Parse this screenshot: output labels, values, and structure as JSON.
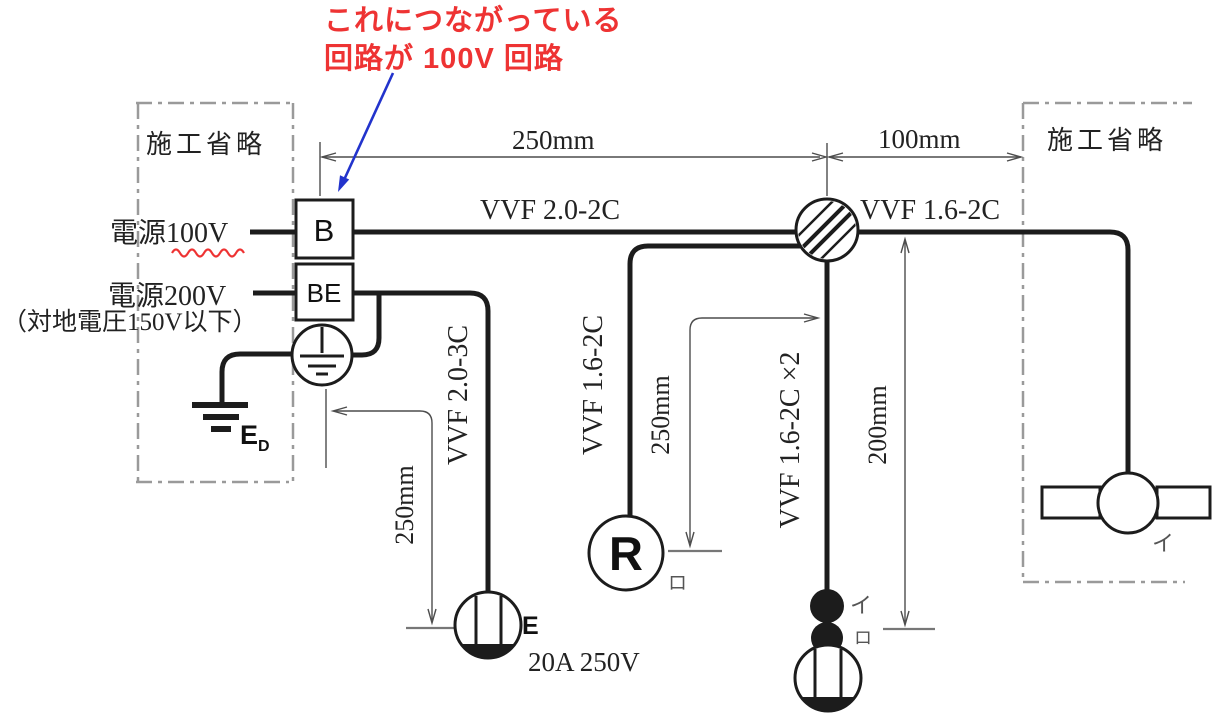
{
  "annotation": {
    "line1": "これにつながっている",
    "line2": "回路が 100V 回路"
  },
  "regions": {
    "left_omitted": "施工省略",
    "right_omitted": "施工省略"
  },
  "power": {
    "v100": "電源100V",
    "v200": "電源200V",
    "note": "（対地電圧150V以下）"
  },
  "breakers": {
    "b": "B",
    "be": "BE"
  },
  "earth": {
    "label": "E",
    "sub": "D"
  },
  "cables": {
    "main": "VVF 2.0-2C",
    "right": "VVF 1.6-2C",
    "to_outlet": "VVF 2.0-3C",
    "to_r": "VVF 1.6-2C",
    "to_switches": "VVF 1.6-2C ×2"
  },
  "dimensions": {
    "span_left": "250mm",
    "span_right": "100mm",
    "drop_outlet": "250mm",
    "drop_switch": "250mm",
    "drop_right": "200mm"
  },
  "devices": {
    "r_unit": "R",
    "r_circuit": "ロ",
    "switch_top": "イ",
    "switch_bottom": "ロ",
    "outlet_grounding": "E",
    "outlet_rating": "20A 250V",
    "light_circuit": "イ"
  },
  "colors": {
    "annotation_red": "#ee3333",
    "arrow_blue": "#2233cc",
    "line_black": "#1c1c1c",
    "dim_gray": "#4d4d4d",
    "box_gray": "#9a9a9a"
  }
}
